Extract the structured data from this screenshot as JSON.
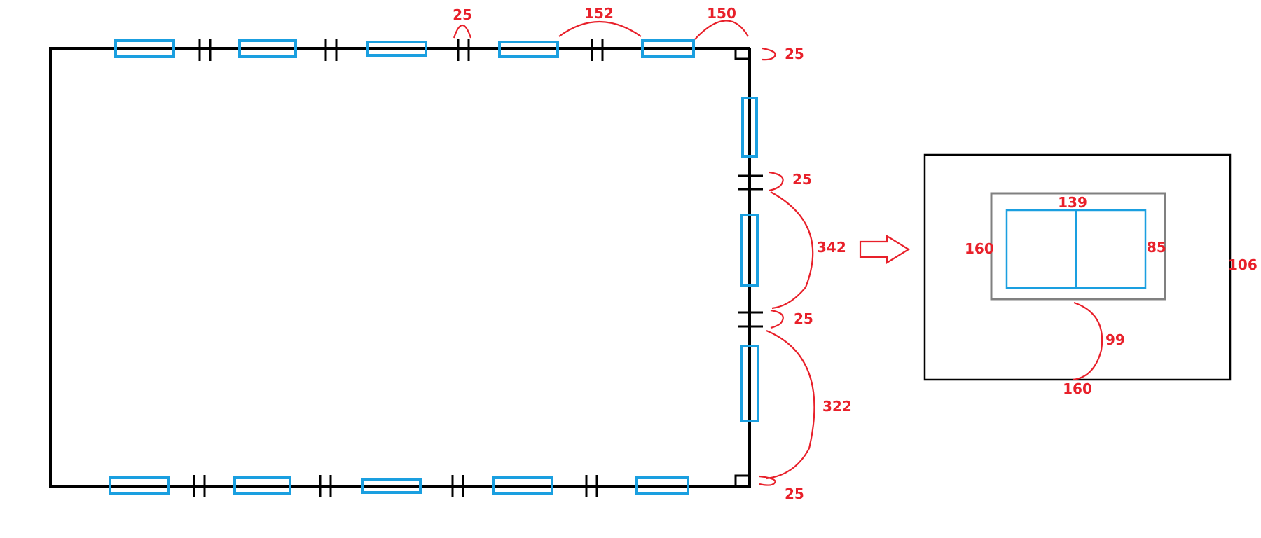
{
  "colors": {
    "wall": "#000000",
    "window": "#1a9fe0",
    "dimension": "#e8202a",
    "frame_gray": "#808080"
  },
  "labels": {
    "top_gap": "25",
    "top_spacing": "152",
    "top_corner": "150",
    "corner_top_right": "25",
    "right_gap_1": "25",
    "right_span_1": "342",
    "right_gap_2": "25",
    "right_span_2": "322",
    "corner_bottom_right": "25"
  },
  "detail": {
    "inner_width": "139",
    "left_height": "160",
    "inner_height": "85",
    "outer_height": "106",
    "bottom_gap": "99",
    "outer_width": "160"
  },
  "icons": {
    "arrow": "right-arrow-outline-icon"
  }
}
